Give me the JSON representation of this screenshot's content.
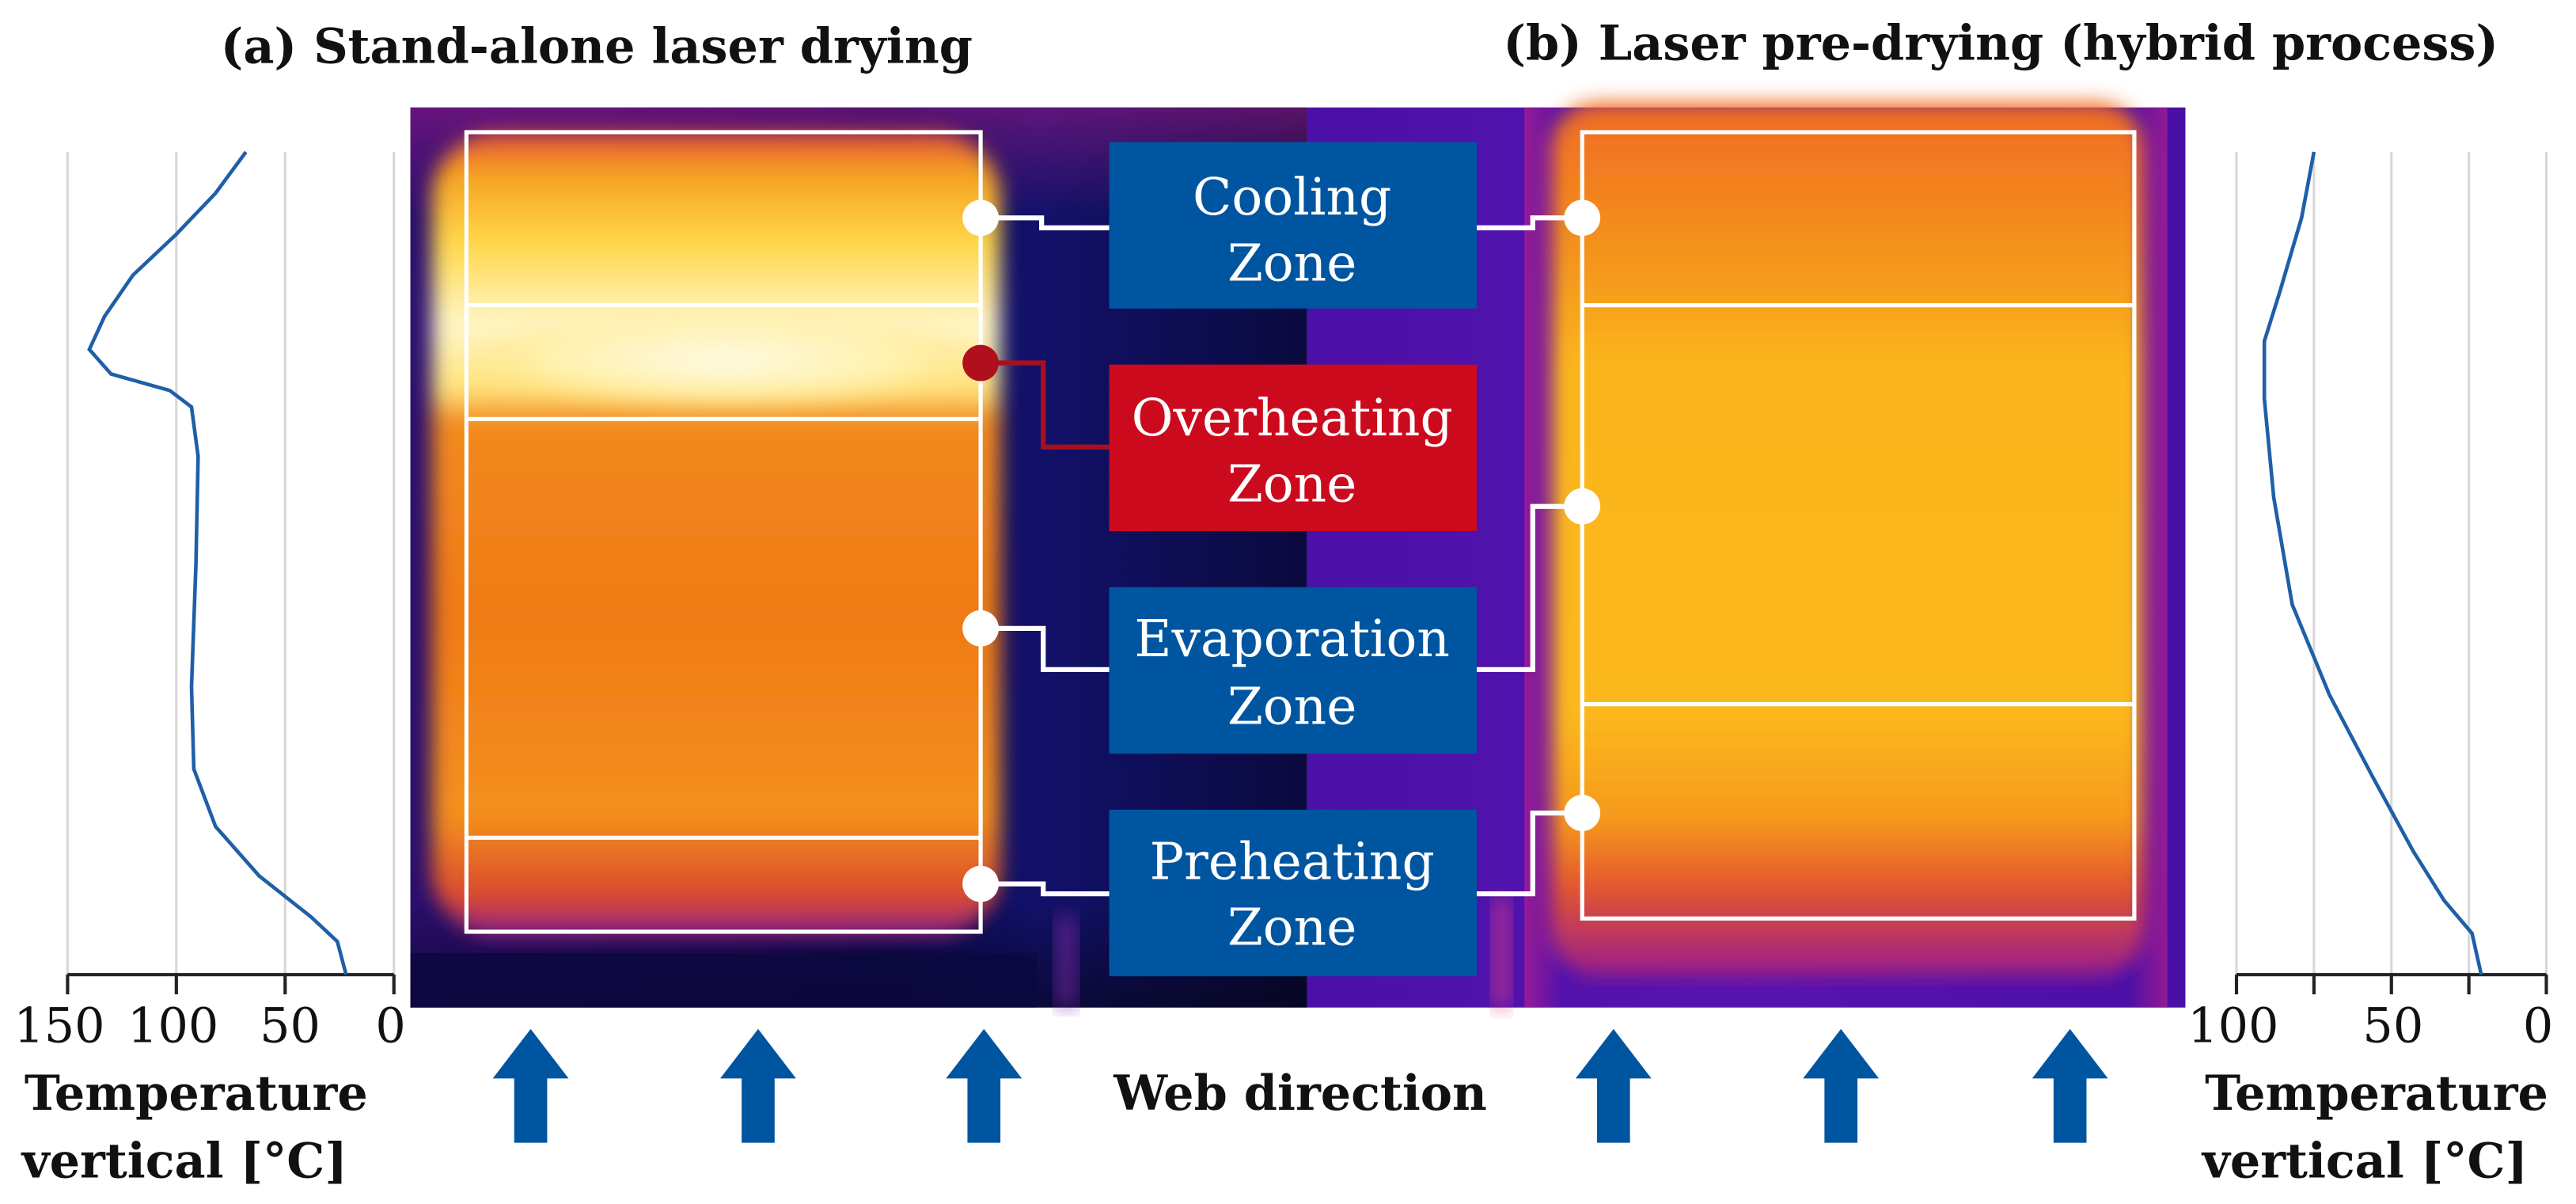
{
  "titles": {
    "left": "(a) Stand-alone laser drying",
    "right": "(b) Laser pre-drying (hybrid process)"
  },
  "colors": {
    "zone_box": "#0055a0",
    "overheating_box": "#cc0a1e",
    "connector_white": "#ffffff",
    "connector_red": "#a80f1c",
    "profile_line": "#1f5fa8",
    "arrow": "#0055a0",
    "grid": "#d8d8d8"
  },
  "zones": {
    "cooling": {
      "line1": "Cooling",
      "line2": "Zone"
    },
    "overheating": {
      "line1": "Overheating",
      "line2": "Zone"
    },
    "evaporation": {
      "line1": "Evaporation",
      "line2": "Zone"
    },
    "preheating": {
      "line1": "Preheating",
      "line2": "Zone"
    }
  },
  "web_direction_label": "Web direction",
  "left_axis": {
    "ticks": [
      "150",
      "100",
      "50",
      "0"
    ],
    "label_line1": "Temperature",
    "label_line2": "vertical [°C]",
    "range": [
      150,
      0
    ]
  },
  "right_axis": {
    "ticks": [
      "100",
      "50",
      "0"
    ],
    "label_line1": "Temperature",
    "label_line2": "vertical [°C]",
    "range": [
      100,
      0
    ]
  },
  "icons": {
    "web_arrow": "up-arrow-icon",
    "connector_dot": "circle-marker-icon"
  },
  "chart_data": [
    {
      "type": "line",
      "title": "",
      "xlabel": "Temperature vertical [°C]",
      "ylabel": "",
      "xlim": [
        150,
        0
      ],
      "x_axis_reversed": true,
      "series": [
        {
          "name": "",
          "points": [
            {
              "y": 0.0,
              "x": 68
            },
            {
              "y": 0.05,
              "x": 82
            },
            {
              "y": 0.1,
              "x": 100
            },
            {
              "y": 0.15,
              "x": 120
            },
            {
              "y": 0.2,
              "x": 133
            },
            {
              "y": 0.24,
              "x": 140
            },
            {
              "y": 0.27,
              "x": 130
            },
            {
              "y": 0.29,
              "x": 103
            },
            {
              "y": 0.31,
              "x": 93
            },
            {
              "y": 0.37,
              "x": 90
            },
            {
              "y": 0.5,
              "x": 91
            },
            {
              "y": 0.65,
              "x": 93
            },
            {
              "y": 0.75,
              "x": 92
            },
            {
              "y": 0.82,
              "x": 82
            },
            {
              "y": 0.88,
              "x": 62
            },
            {
              "y": 0.93,
              "x": 38
            },
            {
              "y": 0.96,
              "x": 26
            },
            {
              "y": 1.0,
              "x": 22
            }
          ]
        }
      ]
    },
    {
      "type": "line",
      "title": "",
      "xlabel": "Temperature vertical [°C]",
      "ylabel": "",
      "xlim": [
        100,
        0
      ],
      "x_axis_reversed": true,
      "series": [
        {
          "name": "",
          "points": [
            {
              "y": 0.0,
              "x": 75
            },
            {
              "y": 0.08,
              "x": 79
            },
            {
              "y": 0.17,
              "x": 86
            },
            {
              "y": 0.23,
              "x": 91
            },
            {
              "y": 0.3,
              "x": 91
            },
            {
              "y": 0.42,
              "x": 88
            },
            {
              "y": 0.55,
              "x": 82
            },
            {
              "y": 0.66,
              "x": 70
            },
            {
              "y": 0.76,
              "x": 56
            },
            {
              "y": 0.85,
              "x": 43
            },
            {
              "y": 0.91,
              "x": 33
            },
            {
              "y": 0.95,
              "x": 24
            },
            {
              "y": 1.0,
              "x": 21
            }
          ]
        }
      ]
    }
  ]
}
